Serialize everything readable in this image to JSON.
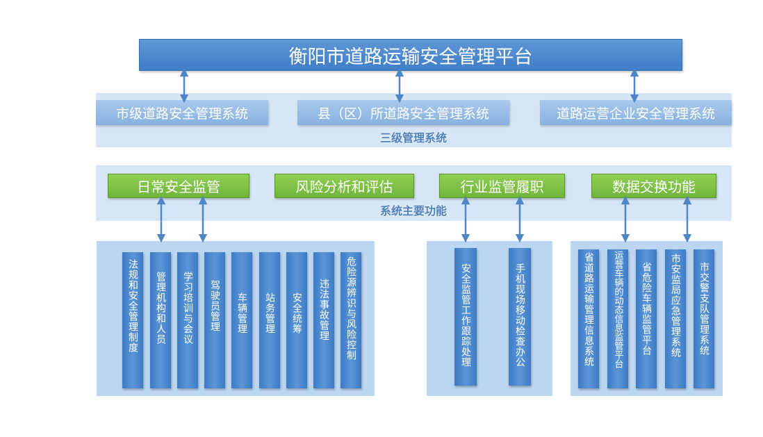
{
  "title": "衡阳市道路运输安全管理平台",
  "tier": {
    "label": "三级管理系统",
    "systems": [
      "市级道路安全管理系统",
      "县（区）所道路安全管理系统",
      "道路运营企业安全管理系统"
    ]
  },
  "functions": {
    "label": "系统主要功能",
    "items": [
      "日常安全监管",
      "风险分析和评估",
      "行业监管履职",
      "数据交换功能"
    ]
  },
  "daily_supervision_items": [
    "法规和安全管理制度",
    "管理机构和人员",
    "学习培训与会议",
    "驾驶员管理",
    "车辆管理",
    "站务管理",
    "安全统筹",
    "违法事故管理",
    "危险源辨识与风险控制"
  ],
  "industry_items": [
    "安全监管工作跟踪处理",
    "手机现场移动检查办公"
  ],
  "data_exchange_items": [
    "省道路运输管理信息系统",
    "运营车辆的动态信息监管平台",
    "省危险车辆监管平台",
    "市安监局应急管理系统",
    "市交警支队管理系统"
  ],
  "colors": {
    "header_blue": "#4a86cf",
    "green": "#7cc142",
    "band": "#d7e6f6",
    "panel": "#bcd6f1",
    "label_blue": "#4f81bd"
  }
}
